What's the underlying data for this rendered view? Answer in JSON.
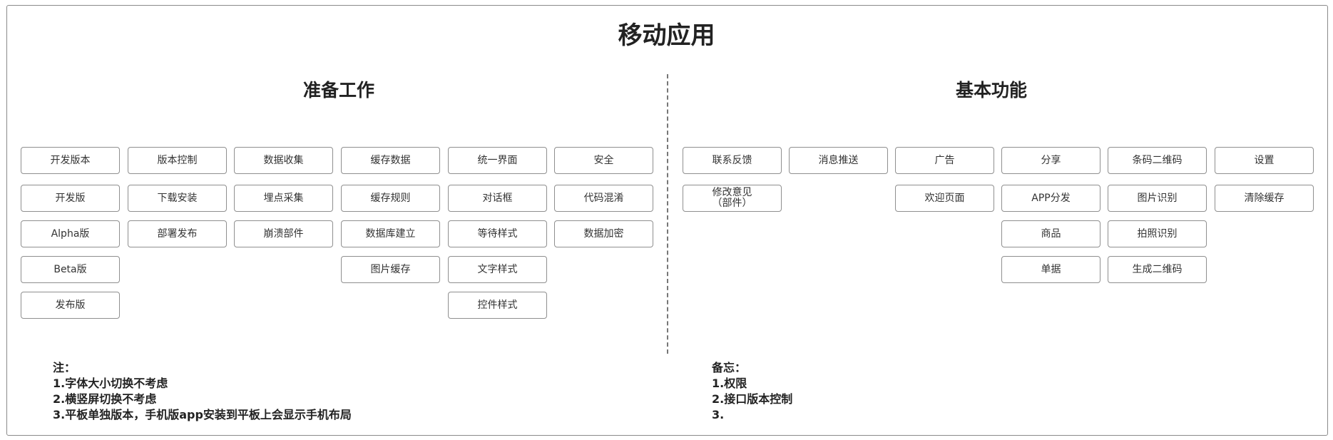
{
  "title": "移动应用",
  "sections": {
    "prep_title": "准备工作",
    "basic_title": "基本功能"
  },
  "prep_columns": [
    [
      "开发版本",
      "开发版",
      "Alpha版",
      "Beta版",
      "发布版"
    ],
    [
      "版本控制",
      "下载安装",
      "部署发布"
    ],
    [
      "数据收集",
      "埋点采集",
      "崩溃部件"
    ],
    [
      "缓存数据",
      "缓存规则",
      "数据库建立",
      "图片缓存"
    ],
    [
      "统一界面",
      "对话框",
      "等待样式",
      "文字样式",
      "控件样式"
    ],
    [
      "安全",
      "代码混淆",
      "数据加密"
    ]
  ],
  "basic_columns": [
    [
      "联系反馈",
      "修改意见\n（部件）"
    ],
    [
      "消息推送"
    ],
    [
      "广告",
      "欢迎页面"
    ],
    [
      "分享",
      "APP分发",
      "商品",
      "单据"
    ],
    [
      "条码二维码",
      "图片识别",
      "拍照识别",
      "生成二维码"
    ],
    [
      "设置",
      "清除缓存"
    ]
  ],
  "notes_left": {
    "heading": "注：",
    "items": [
      "1.字体大小切换不考虑",
      "2.横竖屏切换不考虑",
      "3.平板单独版本，手机版app安装到平板上会显示手机布局"
    ]
  },
  "notes_right": {
    "heading": "备忘：",
    "items": [
      "1.权限",
      "2.接口版本控制",
      "3."
    ]
  }
}
